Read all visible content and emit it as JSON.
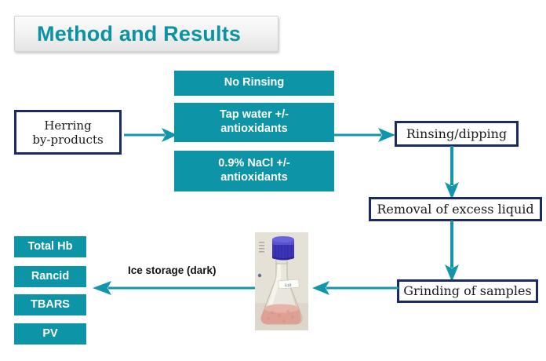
{
  "title": {
    "text": "Method and Results"
  },
  "colors": {
    "teal": "#0d94a6",
    "navy": "#1b2a63",
    "arrow": "#1196ac",
    "title_text": "#0b92a3",
    "flask_cap": "#3c35b8",
    "flask_content": "#dfa094"
  },
  "flow": {
    "source_box": {
      "line1": "Herring",
      "line2": "by-products"
    },
    "treatments": [
      {
        "id": "no-rinsing",
        "label": "No Rinsing"
      },
      {
        "id": "tap-water",
        "label": "Tap water +/- antioxidants"
      },
      {
        "id": "nacl",
        "label": "0.9% NaCl +/- antioxidants"
      }
    ],
    "steps": [
      {
        "id": "rinsing-dipping",
        "label": "Rinsing/dipping"
      },
      {
        "id": "removal-excess-liquid",
        "label": "Removal of excess liquid"
      },
      {
        "id": "grinding-of-samples",
        "label": "Grinding of samples"
      }
    ],
    "storage_label": "Ice storage (dark)",
    "analyses": [
      {
        "id": "total-hb",
        "label": "Total Hb"
      },
      {
        "id": "rancid",
        "label": "Rancid"
      },
      {
        "id": "tbars",
        "label": "TBARS"
      },
      {
        "id": "pv",
        "label": "PV"
      }
    ]
  }
}
